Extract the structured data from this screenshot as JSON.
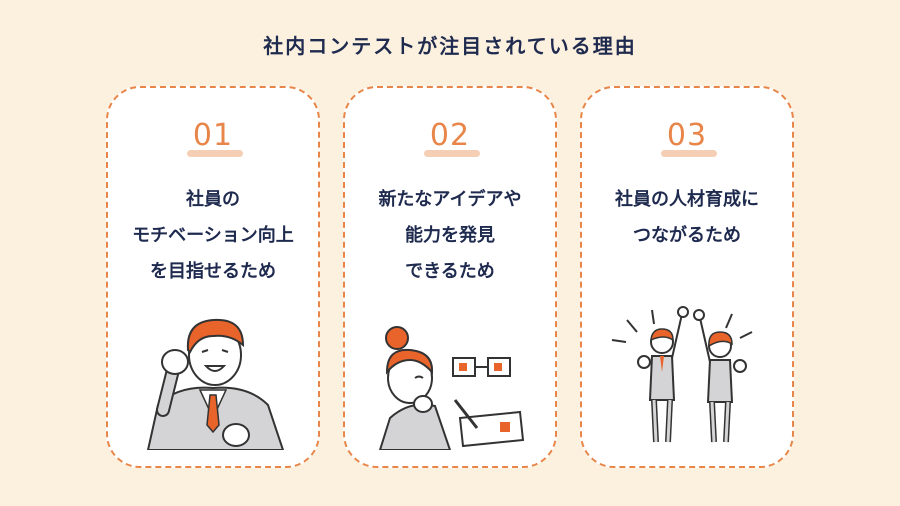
{
  "title": "社内コンテストが注目されている理由",
  "colors": {
    "background": "#fcf1df",
    "accent": "#e8864a",
    "text": "#1f2a4f",
    "card": "#ffffff"
  },
  "reasons": [
    {
      "number": "01",
      "lines": [
        "社員の",
        "モチベーション向上",
        "を目指せるため"
      ],
      "illustration": "cheering-businessman-illustration"
    },
    {
      "number": "02",
      "lines": [
        "新たなアイデアや",
        "能力を発見",
        "できるため"
      ],
      "illustration": "woman-with-idea-chart-illustration"
    },
    {
      "number": "03",
      "lines": [
        "社員の人材育成に",
        "つながるため"
      ],
      "illustration": "two-cheering-employees-illustration"
    }
  ]
}
